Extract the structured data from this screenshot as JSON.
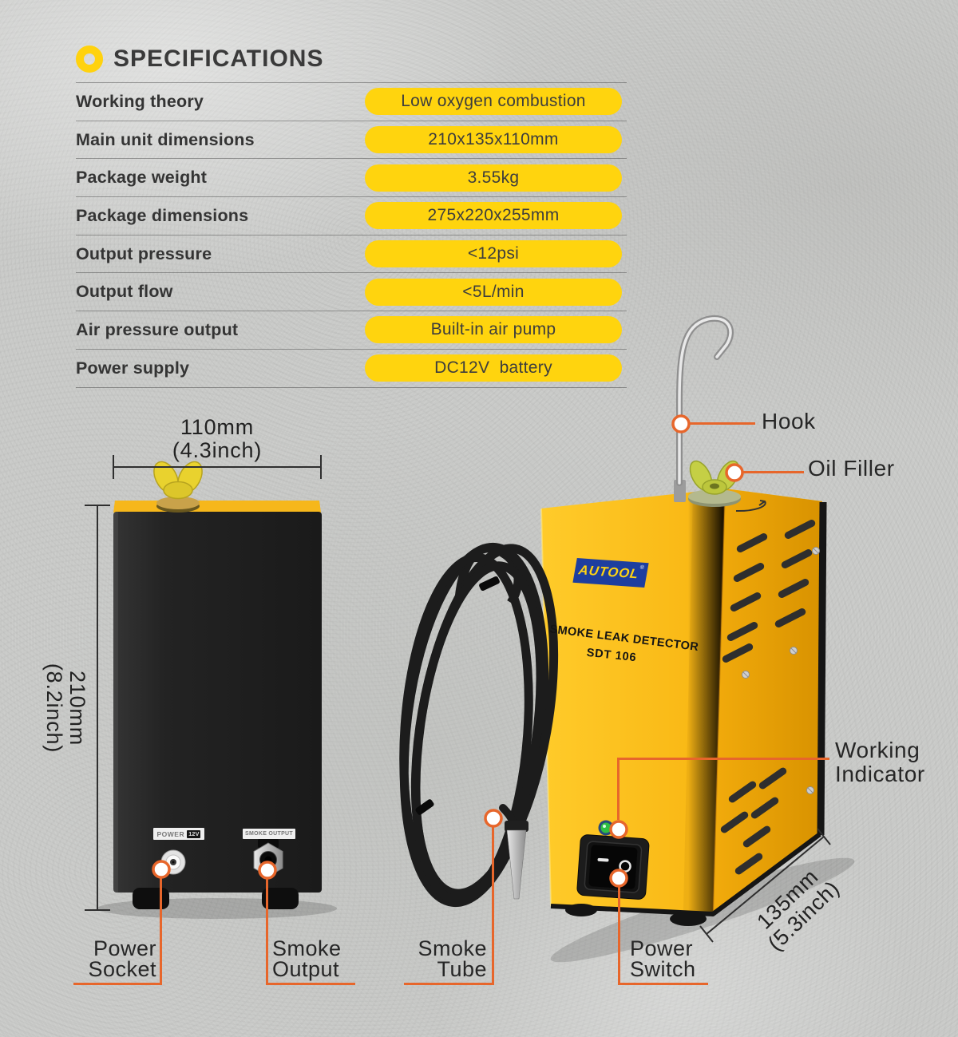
{
  "header": {
    "title": "SPECIFICATIONS"
  },
  "specs": [
    {
      "label": "Working theory",
      "value": "Low oxygen combustion"
    },
    {
      "label": "Main unit dimensions",
      "value": "210x135x110mm"
    },
    {
      "label": "Package weight",
      "value": "3.55kg"
    },
    {
      "label": "Package dimensions",
      "value": "275x220x255mm"
    },
    {
      "label": "Output pressure",
      "value": "<12psi"
    },
    {
      "label": "Output flow",
      "value": "<5L/min"
    },
    {
      "label": "Air pressure output",
      "value": "Built-in air pump"
    },
    {
      "label": "Power supply",
      "value": "DC12V  battery"
    }
  ],
  "dimensions": {
    "width_mm": "110mm",
    "width_inch": "(4.3inch)",
    "height_mm": "210mm",
    "height_inch": "(8.2inch)",
    "depth_mm": "135mm",
    "depth_inch": "(5.3inch)"
  },
  "front": {
    "brand": "AUTOOL",
    "reg": "®",
    "product": "SMOKE LEAK DETECTOR",
    "model": "SDT 106"
  },
  "back": {
    "power": "POWER",
    "power_chip": "12V",
    "smoke_output": "SMOKE OUTPUT"
  },
  "callouts": {
    "hook": "Hook",
    "oil_filler": "Oil Filler",
    "working1": "Working",
    "working2": "Indicator",
    "socket1": "Power",
    "socket2": "Socket",
    "output1": "Smoke",
    "output2": "Output",
    "tube1": "Smoke",
    "tube2": "Tube",
    "switch1": "Power",
    "switch2": "Switch"
  },
  "colors": {
    "accent_orange": "#E7662B",
    "pill_yellow": "#FFD40E",
    "device_yellow": "#FFC41E",
    "badge_blue": "#1D3E9F"
  }
}
